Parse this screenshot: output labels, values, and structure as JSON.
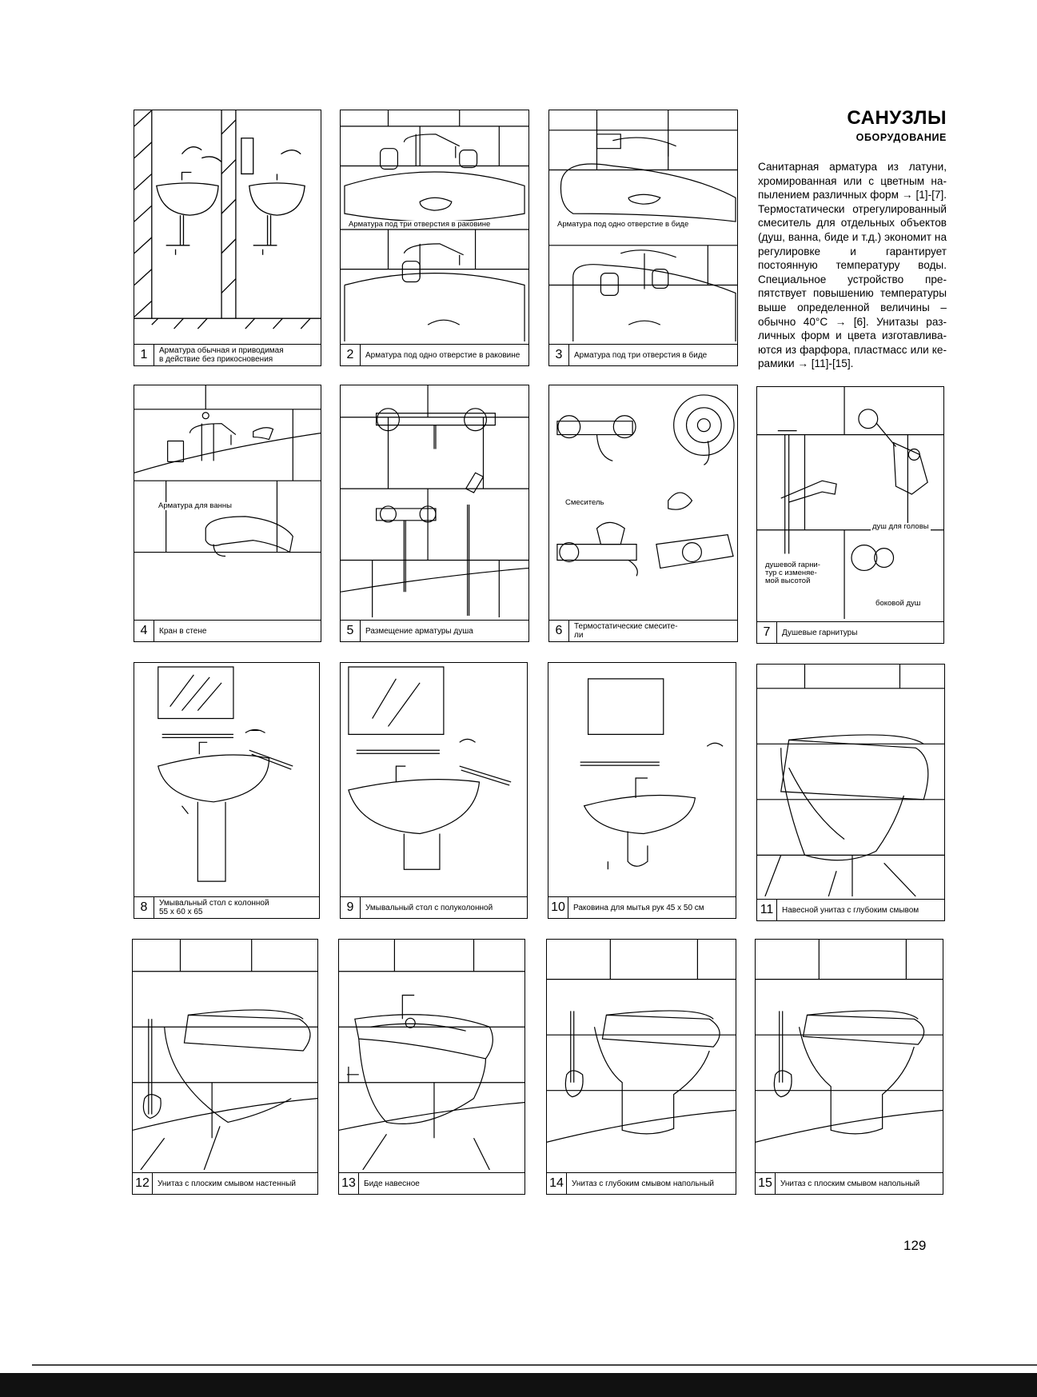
{
  "header": {
    "title": "САНУЗЛЫ",
    "subtitle": "ОБОРУДОВАНИЕ"
  },
  "body_text": "Санитарная арматура из латуни, хромированная или с цветным на­пылением различных форм → [1]-[7]. Термостатически отрегулиро­ванный смеситель для отдельных объектов (душ, ванна, биде и т.д.) экономит на регулировке и гаран­тирует постоянную температуру воды. Специальное устройство пре­пятствует повышению температуры выше определенной величины – обычно 40°С → [6]. Унитазы раз­личных форм и цвета изготавлива­ются из фарфора, пластмасс или ке­рамики → [11]-[15].",
  "page_number": "129",
  "figures": [
    {
      "num": "1",
      "caption": "Арматура обычная и приводимая\nв действие без прикосновения"
    },
    {
      "num": "2",
      "caption": "Арматура под одно отверстие в раковине",
      "label": "Арматура под три отверстия в раковине"
    },
    {
      "num": "3",
      "caption": "Арматура под три отверстия в биде",
      "label": "Арматура под одно отверстие в биде"
    },
    {
      "num": "4",
      "caption": "Кран в стене",
      "label": "Арматура для ванны"
    },
    {
      "num": "5",
      "caption": "Размещение арматуры душа"
    },
    {
      "num": "6",
      "caption": "Термостатические смесите-\nли",
      "label": "Смеситель"
    },
    {
      "num": "7",
      "caption": "Душевые гарнитуры",
      "label_head": "душ для головы",
      "label_rail": "душевой гарни-\nтур с изменяе-\nмой высотой",
      "label_side": "боковой душ"
    },
    {
      "num": "8",
      "caption": "Умывальный стол с колонной\n55 x 60 x 65"
    },
    {
      "num": "9",
      "caption": "Умывальный стол с полуколонной"
    },
    {
      "num": "10",
      "caption": "Раковина для мытья рук 45 x 50 см"
    },
    {
      "num": "11",
      "caption": "Навесной унитаз с глубоким смывом"
    },
    {
      "num": "12",
      "caption": "Унитаз с плоским смывом настенный"
    },
    {
      "num": "13",
      "caption": "Биде навесное"
    },
    {
      "num": "14",
      "caption": "Унитаз с глубоким смывом напольный"
    },
    {
      "num": "15",
      "caption": "Унитаз с плоским смывом напольный"
    }
  ]
}
